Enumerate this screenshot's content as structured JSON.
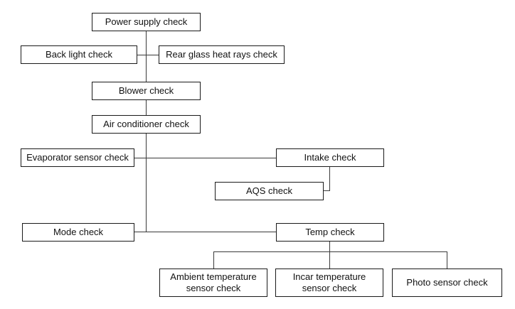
{
  "nodes": {
    "power_supply": "Power supply check",
    "back_light": "Back light check",
    "rear_glass": "Rear glass heat rays check",
    "blower": "Blower check",
    "air_conditioner": "Air conditioner check",
    "evaporator_sensor": "Evaporator sensor check",
    "intake": "Intake check",
    "aqs": "AQS check",
    "mode": "Mode check",
    "temp": "Temp check",
    "ambient_sensor": "Ambient temperature\nsensor check",
    "incar_sensor": "Incar temperature\nsensor check",
    "photo_sensor": "Photo sensor check"
  },
  "colors": {
    "box_border": "#1a1a1a",
    "connector": "#3a3a3a",
    "text": "#111111",
    "background": "#ffffff"
  }
}
